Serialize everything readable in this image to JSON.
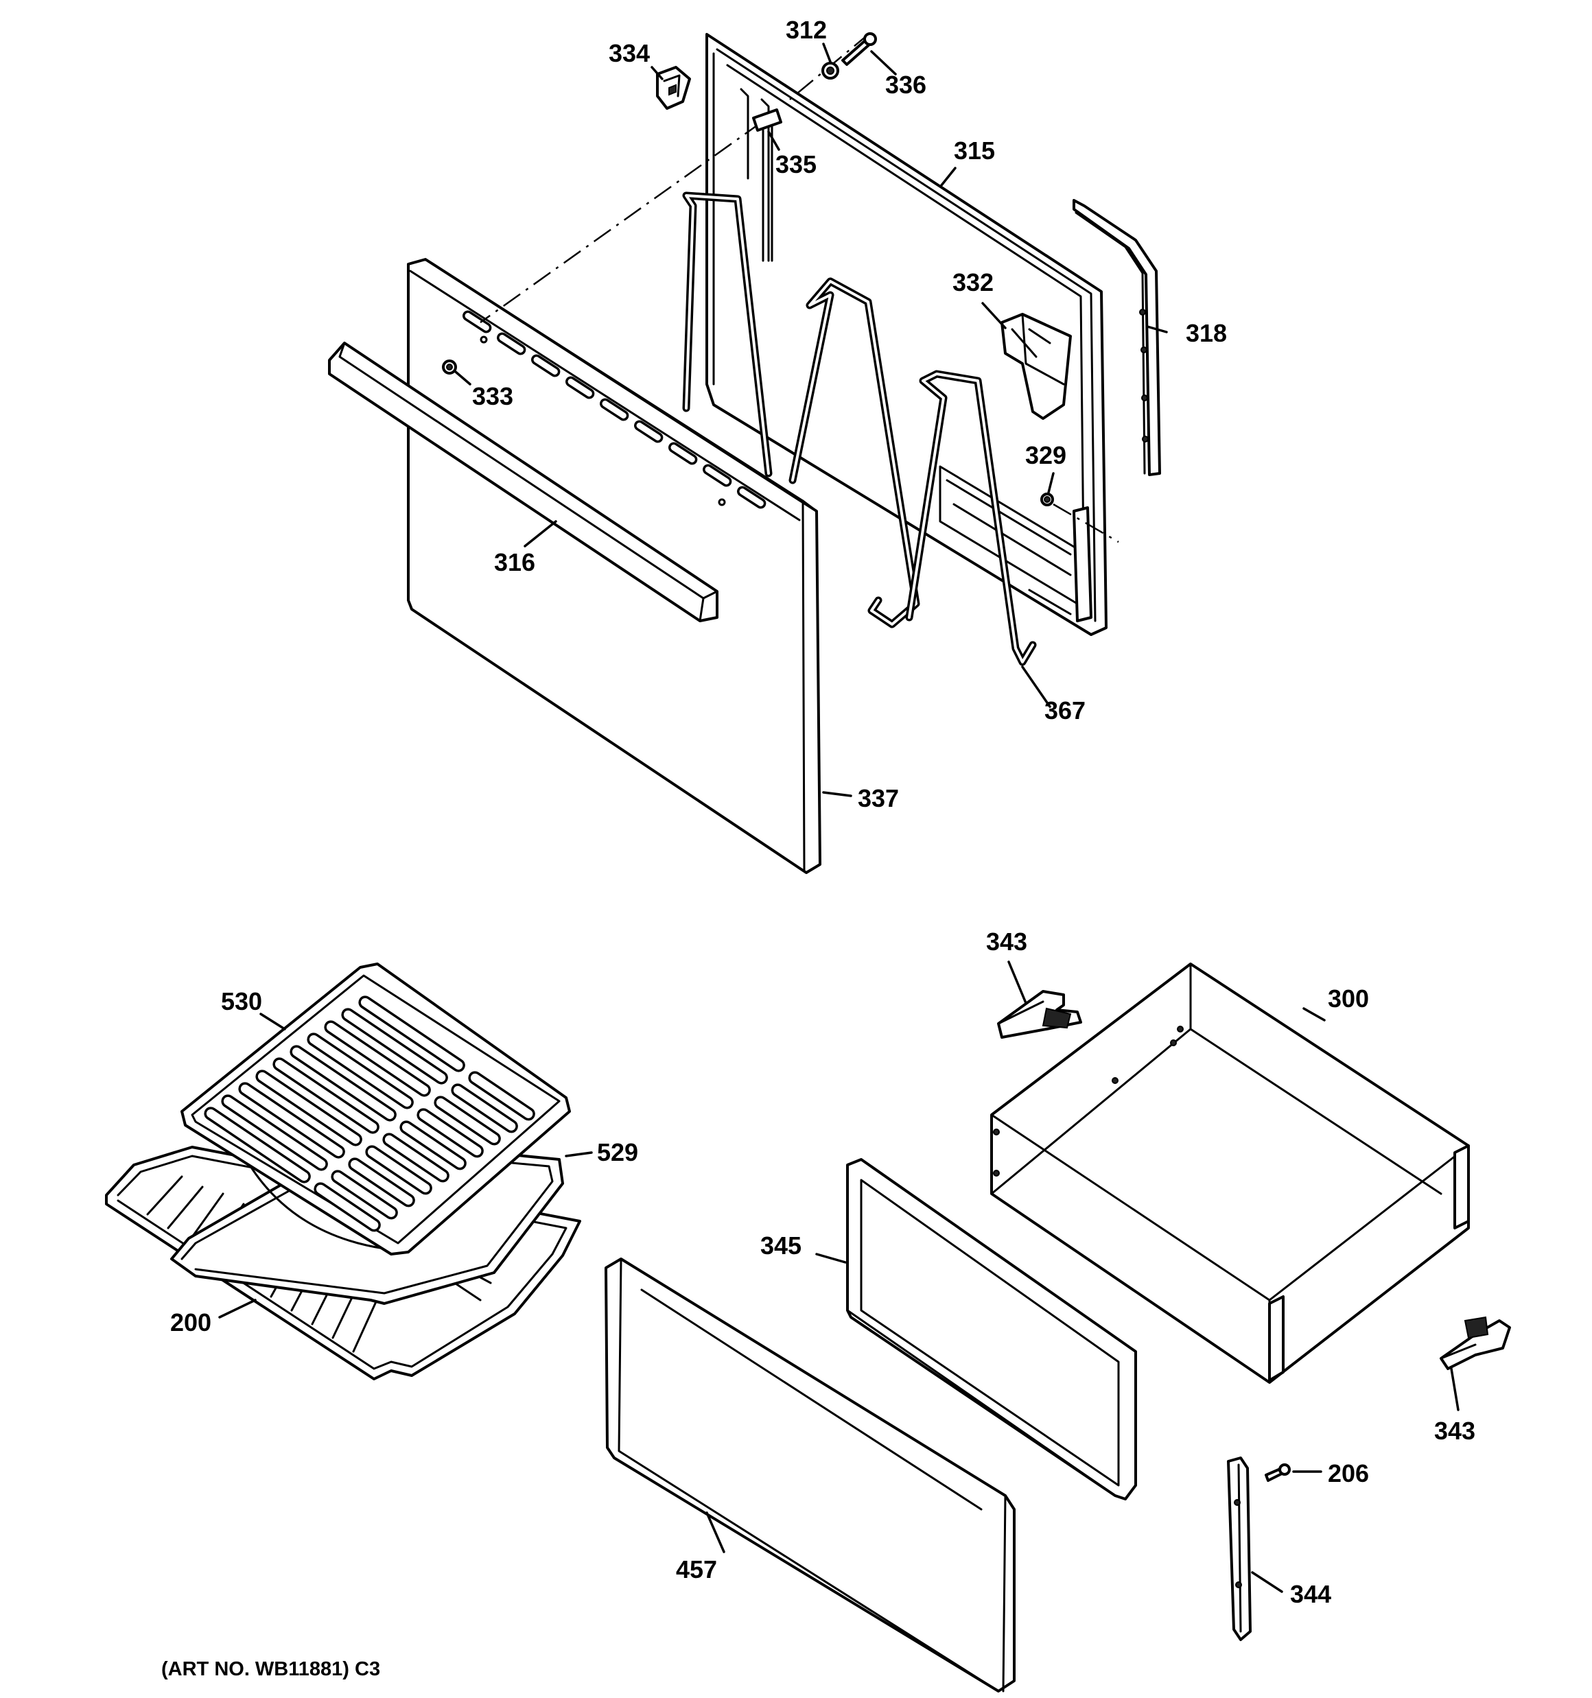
{
  "labels": {
    "p312": "312",
    "p334": "334",
    "p336": "336",
    "p315": "315",
    "p335": "335",
    "p332": "332",
    "p318": "318",
    "p333": "333",
    "p329": "329",
    "p316": "316",
    "p367": "367",
    "p337": "337",
    "p343_top": "343",
    "p300": "300",
    "p530": "530",
    "p529": "529",
    "p345": "345",
    "p200": "200",
    "p343_bottom": "343",
    "p206": "206",
    "p457": "457",
    "p344": "344"
  },
  "footer": {
    "art_number": "(ART NO. WB11881) C3"
  }
}
